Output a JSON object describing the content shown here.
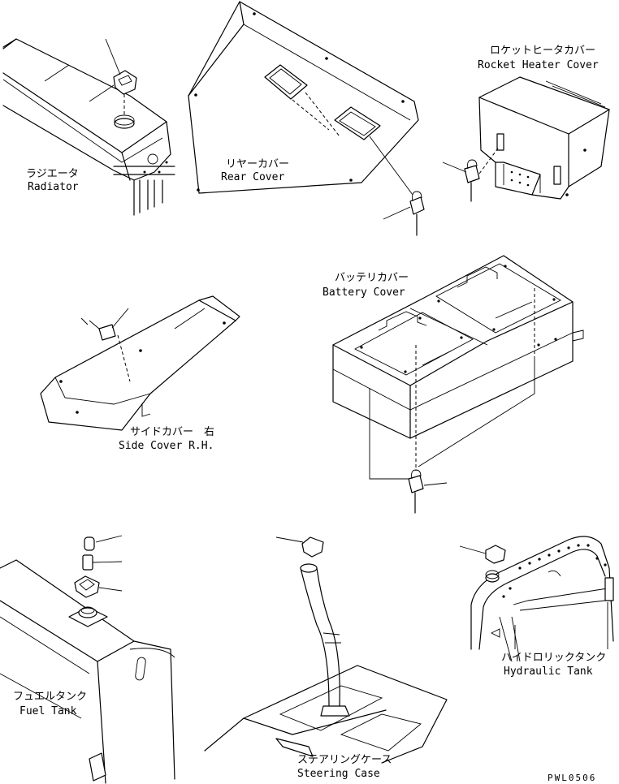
{
  "labels": {
    "radiator_jp": "ラジエータ",
    "radiator_en": "Radiator",
    "rear_cover_jp": "リヤーカバー",
    "rear_cover_en": "Rear Cover",
    "rocket_heater_jp": "ロケットヒータカバー",
    "rocket_heater_en": "Rocket Heater Cover",
    "battery_cover_jp": "バッテリカバー",
    "battery_cover_en": "Battery Cover",
    "side_cover_jp": "サイドカバー　右",
    "side_cover_en": "Side Cover R.H.",
    "fuel_tank_jp": "フュエルタンク",
    "fuel_tank_en": "Fuel Tank",
    "steering_case_jp": "ステアリングケース",
    "steering_case_en": "Steering Case",
    "hydraulic_tank_jp": "ハイドロリックタンク",
    "hydraulic_tank_en": "Hydraulic Tank",
    "drawing_code": "PWL0506"
  }
}
